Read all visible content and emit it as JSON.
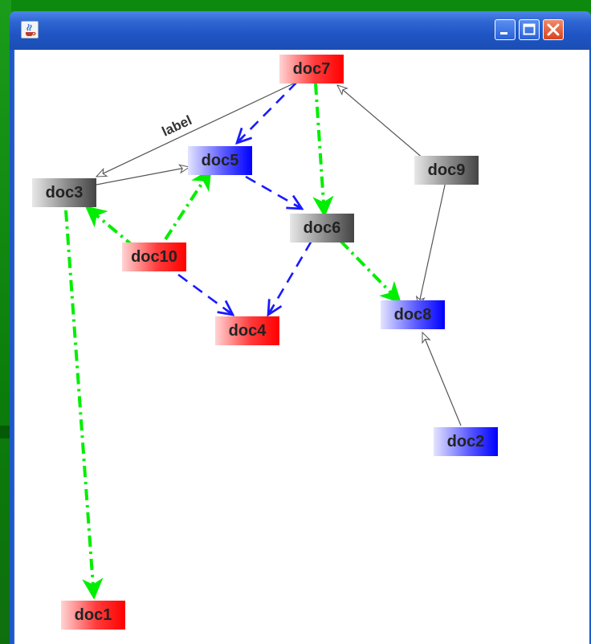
{
  "window": {
    "title": "",
    "controls": [
      "minimize-icon",
      "maximize-icon",
      "close-icon"
    ],
    "app_icon": "java-cup-icon"
  },
  "graph": {
    "nodes": [
      {
        "id": "doc7",
        "label": "doc7",
        "color": "#ff0000"
      },
      {
        "id": "doc5",
        "label": "doc5",
        "color": "#0000ff"
      },
      {
        "id": "doc9",
        "label": "doc9",
        "color": "#444444"
      },
      {
        "id": "doc3",
        "label": "doc3",
        "color": "#444444"
      },
      {
        "id": "doc6",
        "label": "doc6",
        "color": "#444444"
      },
      {
        "id": "doc10",
        "label": "doc10",
        "color": "#ff0000"
      },
      {
        "id": "doc8",
        "label": "doc8",
        "color": "#0000ff"
      },
      {
        "id": "doc4",
        "label": "doc4",
        "color": "#ff0000"
      },
      {
        "id": "doc2",
        "label": "doc2",
        "color": "#0000ff"
      },
      {
        "id": "doc1",
        "label": "doc1",
        "color": "#ff0000"
      }
    ],
    "edges": [
      {
        "from": "doc7",
        "to": "doc3",
        "style": "thin-gray",
        "label": "label"
      },
      {
        "from": "doc7",
        "to": "doc5",
        "style": "dashed-blue"
      },
      {
        "from": "doc7",
        "to": "doc6",
        "style": "dashdot-green"
      },
      {
        "from": "doc9",
        "to": "doc7",
        "style": "thin-gray"
      },
      {
        "from": "doc9",
        "to": "doc8",
        "style": "thin-gray"
      },
      {
        "from": "doc3",
        "to": "doc5",
        "style": "thin-gray"
      },
      {
        "from": "doc5",
        "to": "doc6",
        "style": "dashed-blue"
      },
      {
        "from": "doc10",
        "to": "doc3",
        "style": "dashdot-green"
      },
      {
        "from": "doc10",
        "to": "doc5",
        "style": "dashdot-green"
      },
      {
        "from": "doc10",
        "to": "doc4",
        "style": "dashed-blue"
      },
      {
        "from": "doc6",
        "to": "doc4",
        "style": "dashed-blue"
      },
      {
        "from": "doc6",
        "to": "doc8",
        "style": "dashdot-green"
      },
      {
        "from": "doc2",
        "to": "doc8",
        "style": "thin-gray"
      },
      {
        "from": "doc3",
        "to": "doc1",
        "style": "dashdot-green"
      }
    ]
  },
  "colors": {
    "edge_green": "#00ee00",
    "edge_blue": "#1a1aff",
    "edge_gray": "#555555",
    "titlebar": "#1f55c4"
  }
}
